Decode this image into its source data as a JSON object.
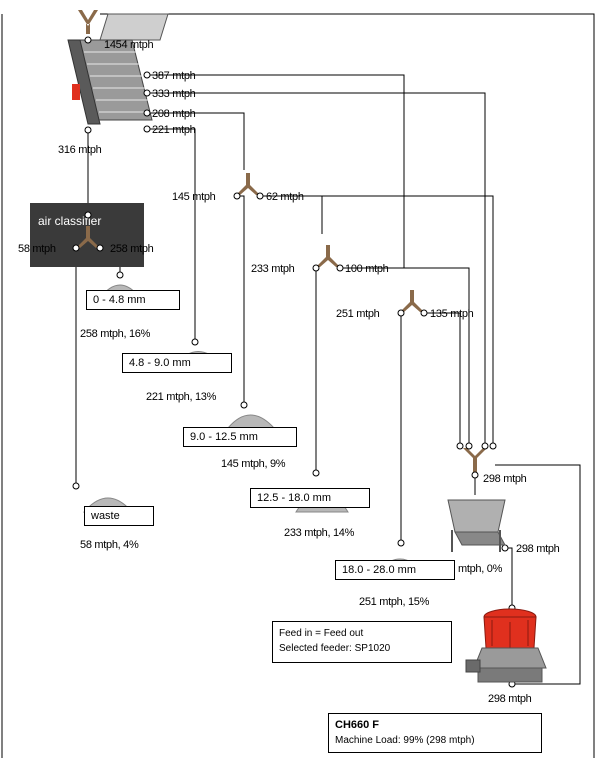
{
  "flow_labels": {
    "feed_top": "1454 mtph",
    "screen_out_1": "387 mtph",
    "screen_out_2": "333 mtph",
    "screen_out_3": "208 mtph",
    "screen_out_4": "221 mtph",
    "screen_bottom": "316 mtph",
    "split_a_left": "145 mtph",
    "split_a_right": "62 mtph",
    "classifier_left": "58 mtph",
    "classifier_right": "258 mtph",
    "split_b_left": "233 mtph",
    "split_b_right": "100 mtph",
    "split_c_left": "251 mtph",
    "split_c_right": "135 mtph",
    "merge_out": "298 mtph",
    "feeder_out": "298 mtph",
    "crusher_out": "298 mtph",
    "partial_pile_label": "mtph, 0%"
  },
  "air_classifier_label": "air classifier",
  "products": [
    {
      "range": "0 - 4.8 mm",
      "rate": "258 mtph, 16%"
    },
    {
      "range": "4.8 - 9.0 mm",
      "rate": "221 mtph, 13%"
    },
    {
      "range": "9.0 - 12.5 mm",
      "rate": "145 mtph, 9%"
    },
    {
      "range": "12.5 - 18.0 mm",
      "rate": "233 mtph, 14%"
    },
    {
      "range": "18.0 - 28.0 mm",
      "rate": "251 mtph, 15%"
    },
    {
      "range": "waste",
      "rate": "58 mtph, 4%"
    }
  ],
  "feeder_info": {
    "line1": "Feed in = Feed out",
    "line2": "Selected feeder: SP1020"
  },
  "crusher_info": {
    "model": "CH660 F",
    "load": "Machine Load: 99% (298 mtph)"
  },
  "colors": {
    "crusher_red": "#e0301e",
    "classifier_fill": "#3a3a3a",
    "pile_gray": "#b8b8b8",
    "splitter_brown": "#8a6a4a"
  }
}
